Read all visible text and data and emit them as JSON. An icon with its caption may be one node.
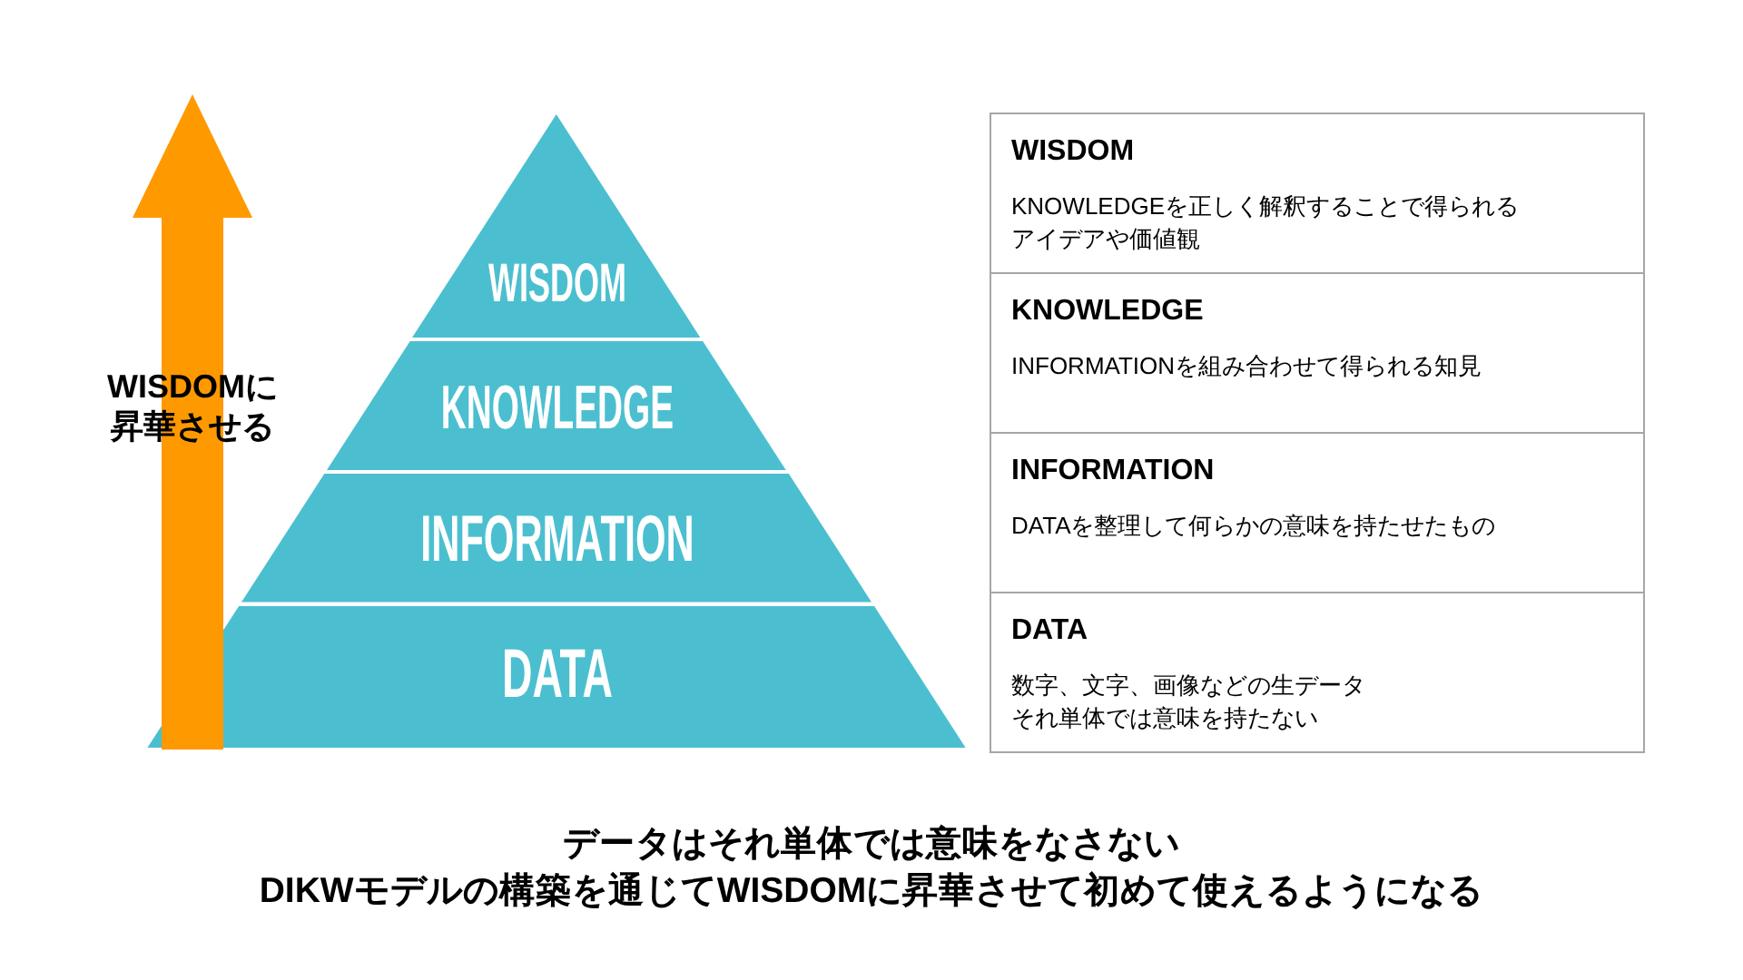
{
  "diagram": {
    "nodes": [
      {
        "text": [
          "WISDOM"
        ]
      },
      {
        "text": [
          "KNOWLEDGE"
        ]
      },
      {
        "text": [
          "INFORMATION"
        ]
      },
      {
        "text": [
          "DATA"
        ]
      },
      {
        "text": [
          "WISDOM",
          "KNOWLEDGEを正しく解釈することで得られるアイデアや価値観"
        ]
      },
      {
        "text": [
          "KNOWLEDGE",
          "INFORMATIONを組み合わせて得られる知見"
        ]
      },
      {
        "text": [
          "INFORMATION",
          "DATAを整理して何らかの意味を持たせたもの"
        ]
      },
      {
        "text": [
          "DATA",
          "数字、文字、画像などの生データそれ単体では意味を持たない"
        ]
      }
    ],
    "labels": [
      "WISDOMに昇華させる",
      "データはそれ単体では意味をなさない",
      "DIKWモデルの構築を通じてWISDOMに昇華させて初めて使えるようになる"
    ]
  }
}
